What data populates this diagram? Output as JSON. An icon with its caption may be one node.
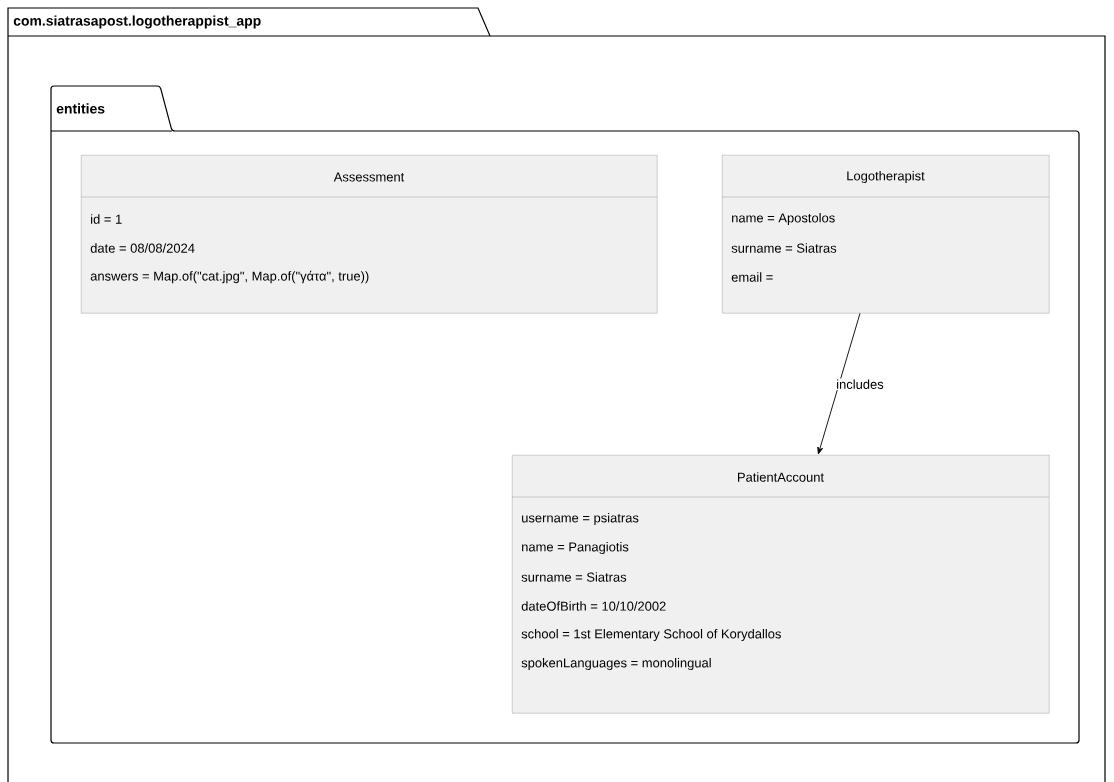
{
  "diagram": {
    "nodes": [
      {
        "text": [
          "com.siatrasapost.logotherappist_app"
        ]
      },
      {
        "text": [
          "entities"
        ],
        "in": 0
      },
      {
        "text": [
          "Assessment",
          "id = 1",
          "date = 08/08/2024",
          "answers = Map.of(\"cat.jpg\", Map.of(\"γάτα\", true))"
        ],
        "in": 1
      },
      {
        "text": [
          "Logotherapist",
          "name = Apostolos",
          "surname = Siatras",
          "email ="
        ],
        "in": 1
      },
      {
        "text": [
          "PatientAccount",
          "username = psiatras",
          "name = Panagiotis",
          "surname = Siatras",
          "dateOfBirth = 10/10/2002",
          "school = 1st Elementary School of Korydallos",
          "spokenLanguages = monolingual"
        ],
        "in": 1
      }
    ],
    "edges": [
      {
        "from": 3,
        "to": 4,
        "arrow": "to",
        "label": "includes"
      }
    ]
  }
}
